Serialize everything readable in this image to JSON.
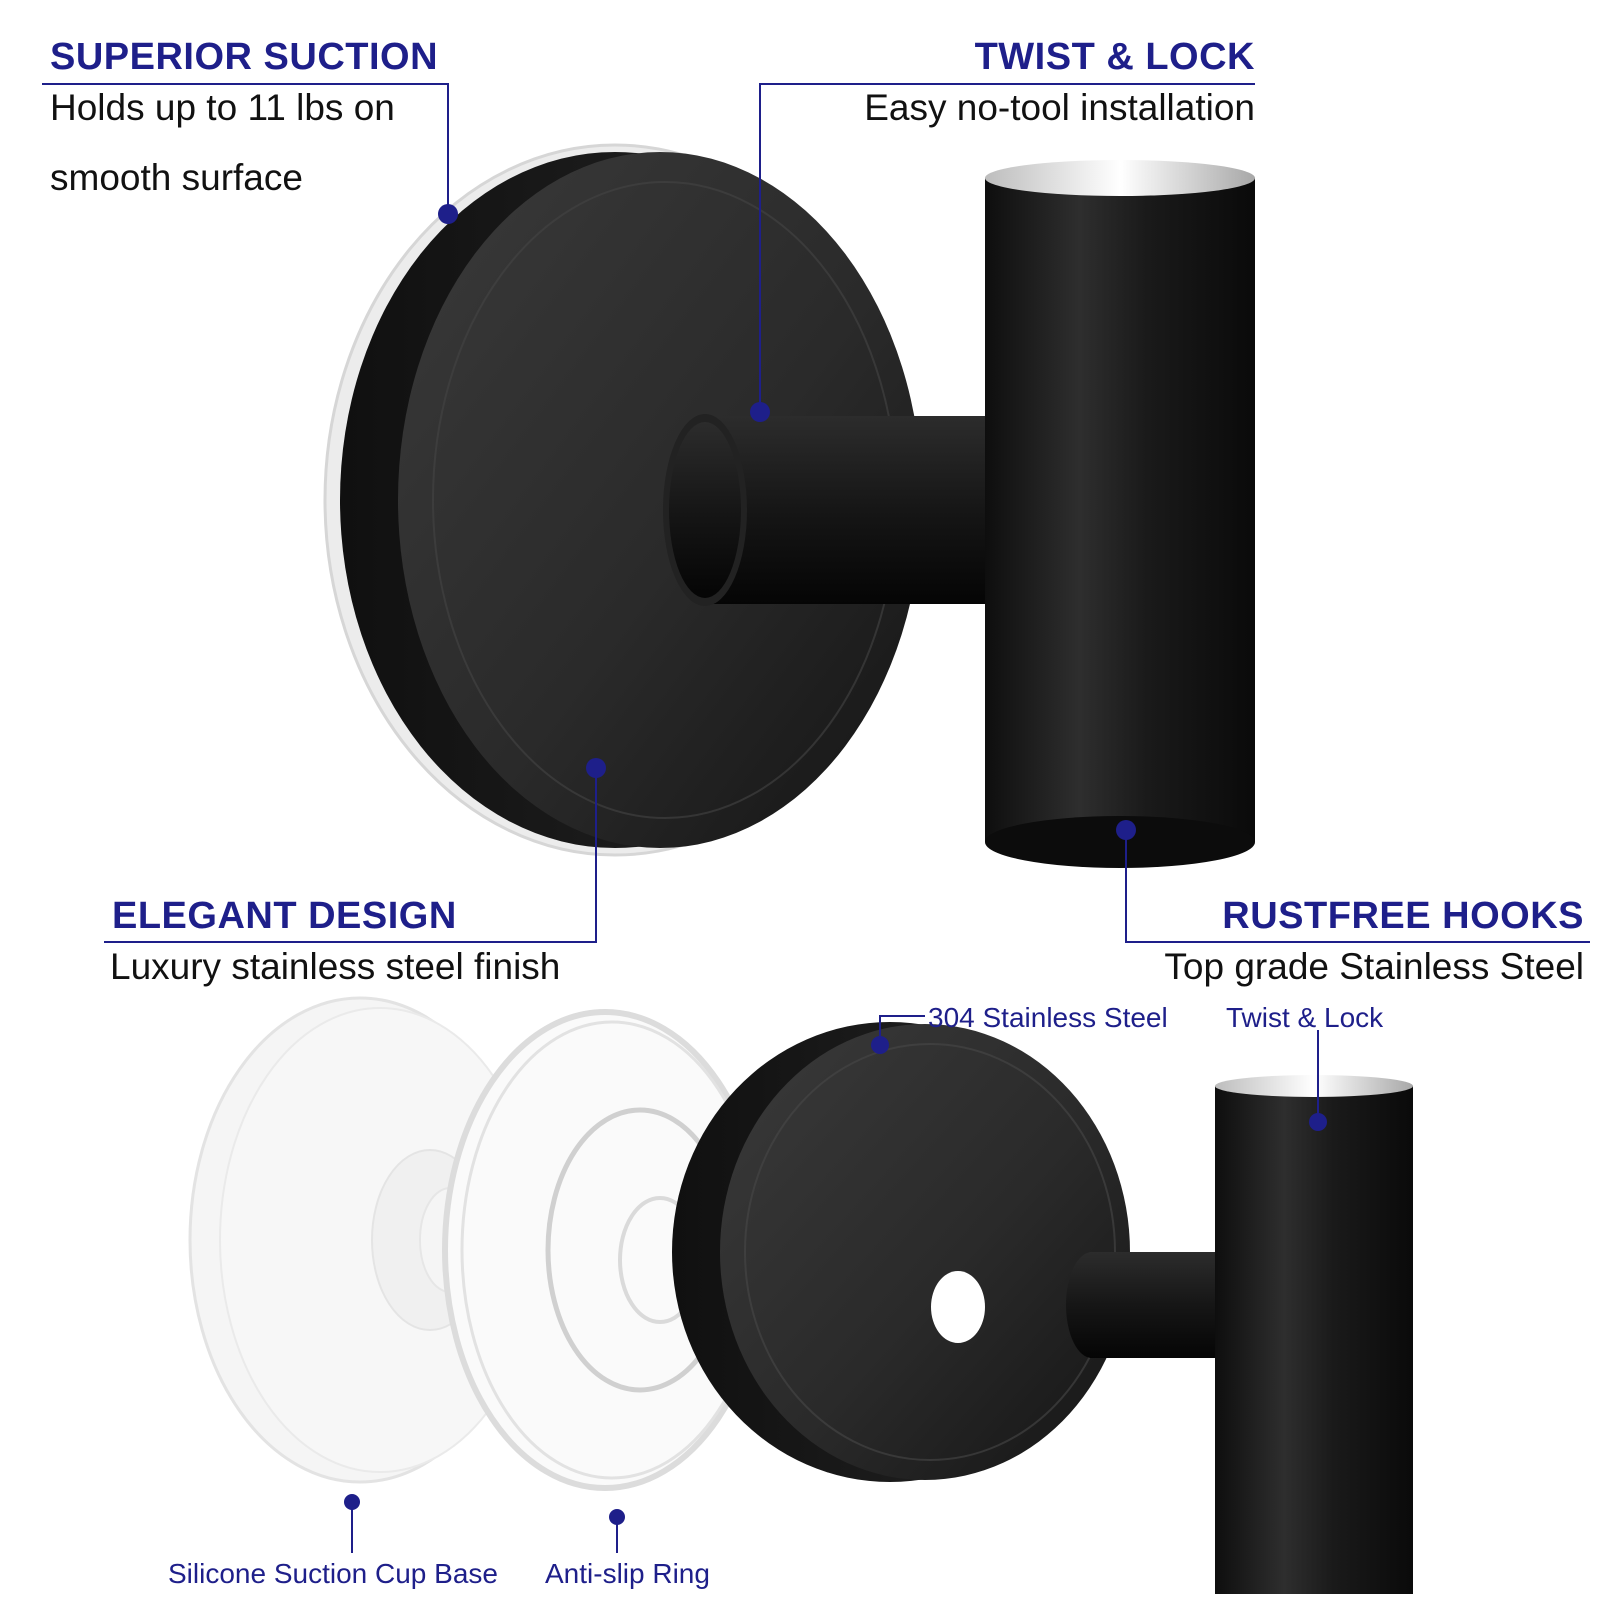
{
  "colors": {
    "accent": "#1e1f8a",
    "text": "#111111",
    "metal": "#1c1c1c",
    "silicone": "#e6e6e6"
  },
  "features": {
    "superior_suction": {
      "title": "SUPERIOR SUCTION",
      "line1": "Holds up to 11 lbs on",
      "line2": "smooth surface"
    },
    "twist_lock": {
      "title": "TWIST & LOCK",
      "desc": "Easy no-tool installation"
    },
    "elegant_design": {
      "title": "ELEGANT DESIGN",
      "desc": "Luxury stainless steel finish"
    },
    "rustfree_hooks": {
      "title": "RUSTFREE HOOKS",
      "desc": "Top grade Stainless Steel"
    }
  },
  "parts": {
    "steel": "304 Stainless Steel",
    "twist_lock": "Twist & Lock",
    "suction_base": "Silicone Suction Cup Base",
    "anti_slip_ring": "Anti-slip Ring"
  }
}
